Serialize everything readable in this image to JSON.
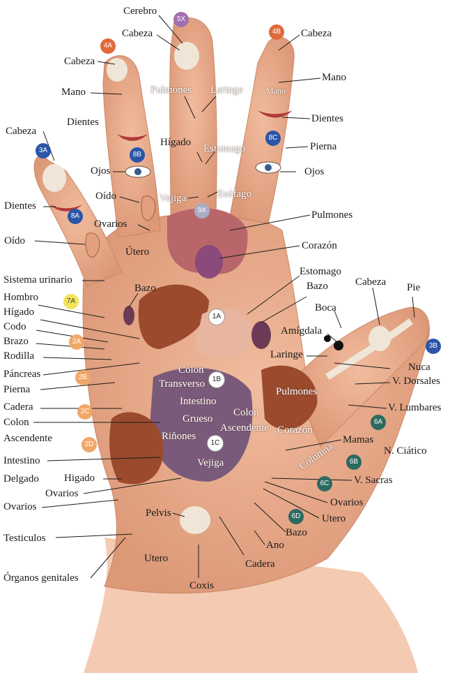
{
  "labels": {
    "cerebro": "Cerebro",
    "cabeza_5x": "Cabeza",
    "cabeza_4b": "Cabeza",
    "mano_4b": "Mano",
    "mano_4b_small": "Mano",
    "cabeza_4a": "Cabeza",
    "mano_4a": "Mano",
    "dientes_top": "Dientes",
    "pulmones_top": "Pulmones",
    "laringe_top": "Laringe",
    "dientes_4b": "Dientes",
    "cabeza_3a": "Cabeza",
    "higado_top": "Hígado",
    "estomago_top": "Estomago",
    "pierna_4b": "Pierna",
    "ojos_left": "Ojos",
    "ojos_right": "Ojos",
    "oido_top": "Oído",
    "vejiga_top": "Vejiga",
    "esofago": "Esófago",
    "dientes_left": "Dientes",
    "pulmones_mid": "Pulmones",
    "ovarios_top": "Ovarios",
    "oido_left": "Oído",
    "utero_top": "Útero",
    "corazon_top": "Corazón",
    "sistema_urinario": "Sistema urinario",
    "estomago_right": "Estomago",
    "bazo_top": "Bazo",
    "bazo_right": "Bazo",
    "cabeza_3b": "Cabeza",
    "pie": "Pie",
    "hombro": "Hombro",
    "boca": "Boca",
    "higado_left": "Hígado",
    "codo": "Codo",
    "amigdala": "Amígdala",
    "brazo": "Brazo",
    "rodilla": "Rodilla",
    "laringe_right": "Laringe",
    "nuca": "Nuca",
    "pancreas": "Páncreas",
    "colon_transverso_1": "Colon",
    "colon_transverso_2": "Transverso",
    "v_dorsales": "V. Dorsales",
    "pierna_left": "Pierna",
    "intestino_grueso_1": "Intestino",
    "intestino_grueso_2": "Grueso",
    "pulmones_right": "Pulmones",
    "cadera_left": "Cadera",
    "colon_asc_right_1": "Colon",
    "colon_asc_right_2": "Ascendente",
    "v_lumbares": "V. Lumbares",
    "colon_left_1": "Colon",
    "colon_left_2": "Ascendente",
    "rinones": "Riñones",
    "corazon_right": "Corazón",
    "mamas": "Mamas",
    "n_ciatico": "N. Ciático",
    "intestino_delgado_1": "Intestino",
    "intestino_delgado_2": "Delgado",
    "vejiga_mid": "Vejiga",
    "columna": "Columna",
    "higado_bottom": "Higado",
    "ovarios_bottom_left1": "Ovarios",
    "ovarios_bottom_left2": "Ovarios",
    "v_sacras": "V. Sacras",
    "ovarios_right": "Ovarios",
    "utero_right": "Utero",
    "pelvis": "Pelvis",
    "bazo_bottom": "Bazo",
    "testiculos": "Testiculos",
    "ano": "Ano",
    "utero_bottom": "Utero",
    "cadera_bottom": "Cadera",
    "organos_genitales": "Órganos genitales",
    "coxis": "Coxis"
  },
  "badges": {
    "b5x": "5X",
    "b4a": "4A",
    "b4b": "4B",
    "b3a": "3A",
    "b8b": "8B",
    "b8c": "8C",
    "b8a": "8A",
    "b9x": "9X",
    "b7a": "7A",
    "b1a": "1A",
    "b3b": "3B",
    "b2a": "2A",
    "b2b": "2B",
    "b1b": "1B",
    "b2c": "2C",
    "b6a": "6A",
    "b2d": "2D",
    "b1c": "1C",
    "b6b": "6B",
    "b6c": "6C",
    "b6d": "6D"
  },
  "colors": {
    "skin": "#e9a98a",
    "skin_light": "#f2c1a4",
    "skin_shadow": "#d48d70",
    "liver": "#9b4a2e",
    "lung": "#b8666a",
    "intestine": "#7a5a7a",
    "bone": "#efe6d8"
  },
  "icons": [
    "skull-icon",
    "mouth-icon",
    "eye-icon",
    "ear-icon",
    "hand-icon"
  ]
}
